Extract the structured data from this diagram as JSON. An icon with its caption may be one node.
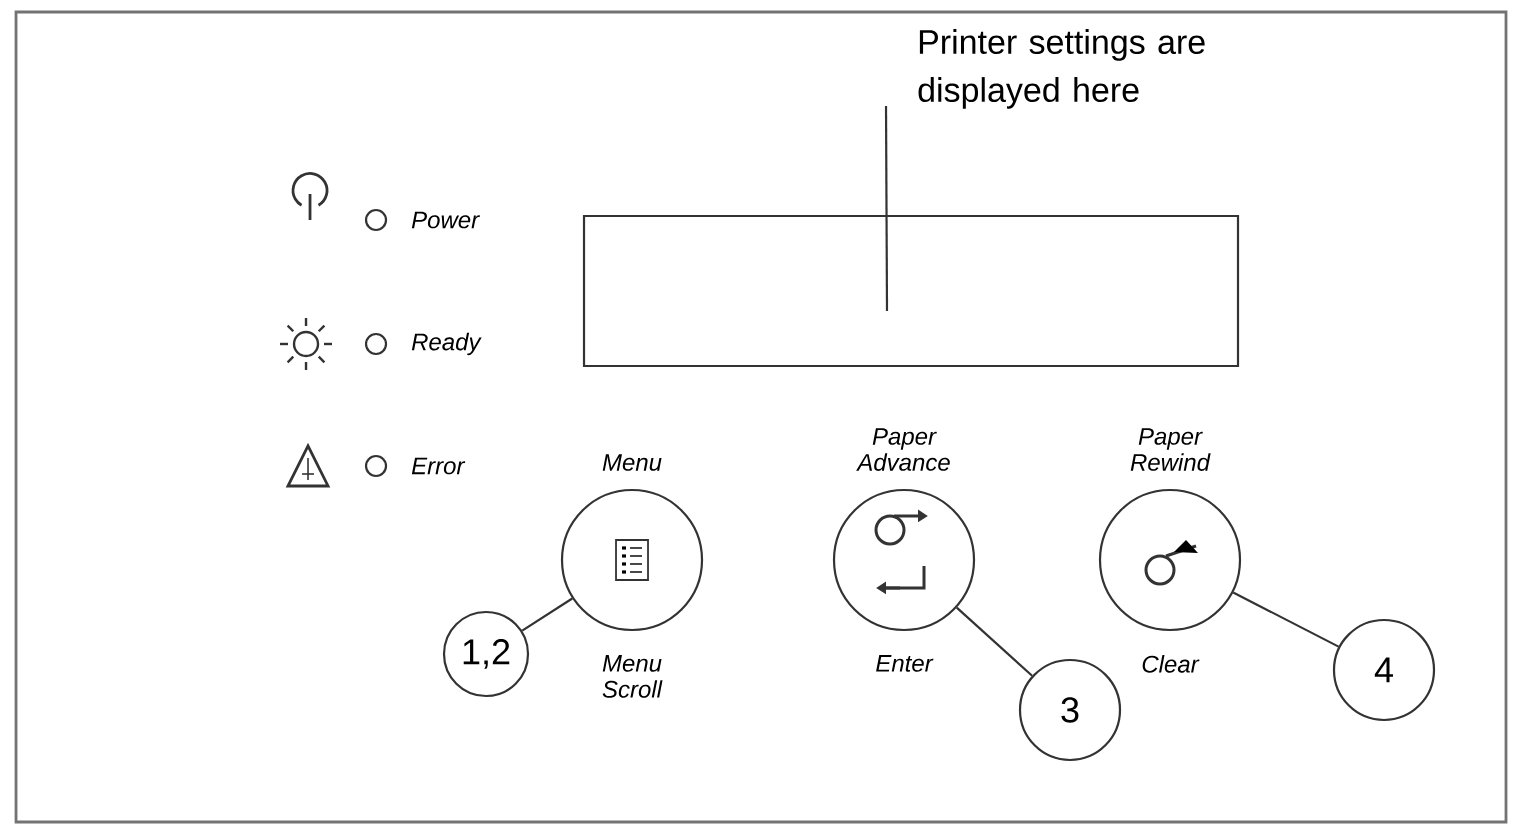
{
  "diagram": {
    "nodes": [
      {
        "text": [
          "Printer settings are displayed here"
        ]
      },
      {
        "text": [],
        "shape": "box"
      },
      {
        "text": [
          "Menu"
        ],
        "beside": [
          "Menu Scroll"
        ]
      },
      {
        "text": [
          "Paper Advance"
        ],
        "beside": [
          "Enter"
        ]
      },
      {
        "text": [
          "Paper Rewind"
        ],
        "beside": [
          "Clear"
        ]
      },
      {
        "text": [
          "1,2"
        ]
      },
      {
        "text": [
          "3"
        ]
      },
      {
        "text": [
          "4"
        ]
      }
    ],
    "edges": [
      {
        "from": 0,
        "to": 1,
        "arrow": "none"
      },
      {
        "from": 5,
        "to": 2,
        "arrow": "none"
      },
      {
        "from": 6,
        "to": 3,
        "arrow": "none"
      },
      {
        "from": 7,
        "to": 4,
        "arrow": "none"
      }
    ],
    "labels": [
      "Power",
      "Ready",
      "Error"
    ]
  }
}
